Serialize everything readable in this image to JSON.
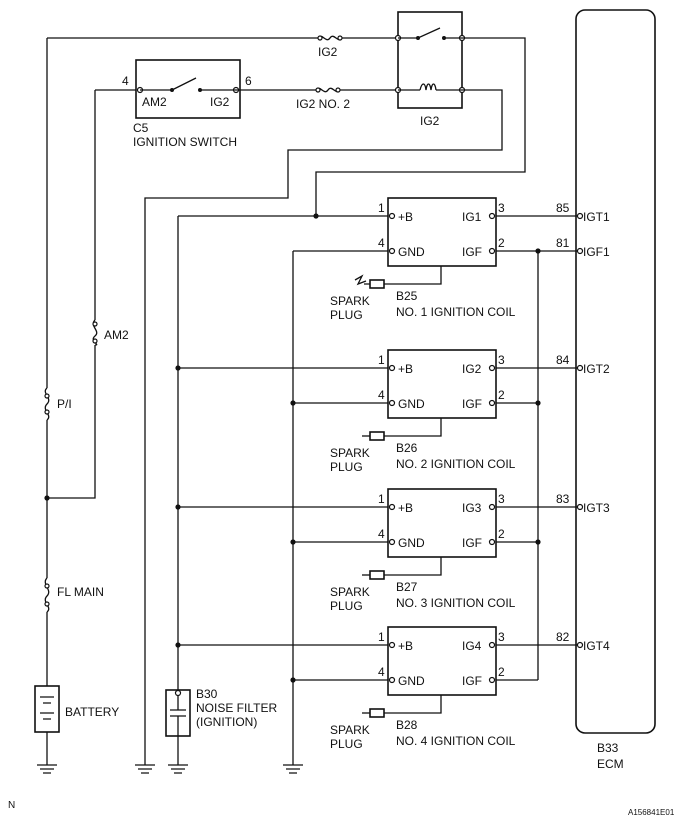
{
  "ignition_switch": {
    "connector": "C5",
    "name": "IGNITION SWITCH",
    "terminals": [
      {
        "pin": "4",
        "name": "AM2"
      },
      {
        "pin": "6",
        "name": "IG2"
      }
    ]
  },
  "relay": {
    "name": "IG2"
  },
  "fuses": {
    "ig2": "IG2",
    "ig2_no2": "IG2 NO. 2",
    "am2": "AM2",
    "pi": "P/I",
    "fl_main": "FL MAIN"
  },
  "battery": {
    "label": "BATTERY"
  },
  "noise_filter": {
    "connector": "B30",
    "line1": "NOISE FILTER",
    "line2": "(IGNITION)"
  },
  "spark_plug": {
    "line1": "SPARK",
    "line2": "PLUG"
  },
  "coils": [
    {
      "connector": "B25",
      "name": "NO. 1 IGNITION COIL",
      "pin_b": "1",
      "label_b": "+B",
      "pin_gnd": "4",
      "label_gnd": "GND",
      "pin_ig": "3",
      "label_ig": "IG1",
      "pin_igf": "2",
      "label_igf": "IGF"
    },
    {
      "connector": "B26",
      "name": "NO. 2 IGNITION COIL",
      "pin_b": "1",
      "label_b": "+B",
      "pin_gnd": "4",
      "label_gnd": "GND",
      "pin_ig": "3",
      "label_ig": "IG2",
      "pin_igf": "2",
      "label_igf": "IGF"
    },
    {
      "connector": "B27",
      "name": "NO. 3 IGNITION COIL",
      "pin_b": "1",
      "label_b": "+B",
      "pin_gnd": "4",
      "label_gnd": "GND",
      "pin_ig": "3",
      "label_ig": "IG3",
      "pin_igf": "2",
      "label_igf": "IGF"
    },
    {
      "connector": "B28",
      "name": "NO. 4 IGNITION COIL",
      "pin_b": "1",
      "label_b": "+B",
      "pin_gnd": "4",
      "label_gnd": "GND",
      "pin_ig": "3",
      "label_ig": "IG4",
      "pin_igf": "2",
      "label_igf": "IGF"
    }
  ],
  "ecm": {
    "connector": "B33",
    "name": "ECM",
    "pins": [
      {
        "pin": "85",
        "name": "IGT1"
      },
      {
        "pin": "81",
        "name": "IGF1"
      },
      {
        "pin": "84",
        "name": "IGT2"
      },
      {
        "pin": "83",
        "name": "IGT3"
      },
      {
        "pin": "82",
        "name": "IGT4"
      }
    ]
  },
  "corner_left": "N",
  "figure_id": "A156841E01"
}
